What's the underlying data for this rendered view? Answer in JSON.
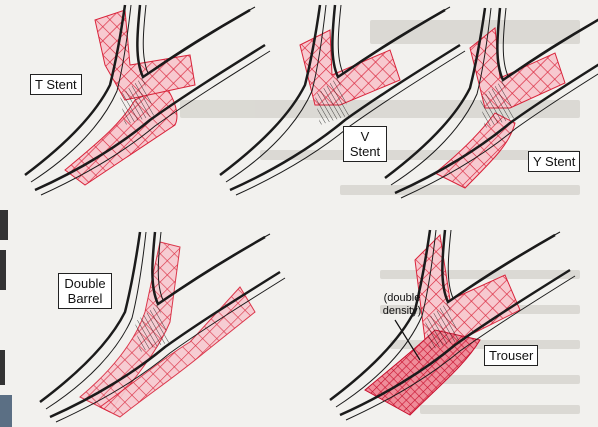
{
  "labels": {
    "t_stent": "T Stent",
    "v_stent_line1": "V",
    "v_stent_line2": "Stent",
    "y_stent": "Y Stent",
    "double_barrel_line1": "Double",
    "double_barrel_line2": "Barrel",
    "trouser": "Trouser",
    "double_density_line1": "(double",
    "double_density_line2": "density)"
  },
  "colors": {
    "mesh": "#d9233a",
    "mesh_fill": "#f7c9cf",
    "mesh_fill_dense": "#ef8c99",
    "vessel": "#1b1b1b",
    "background": "#f2f1ee"
  }
}
